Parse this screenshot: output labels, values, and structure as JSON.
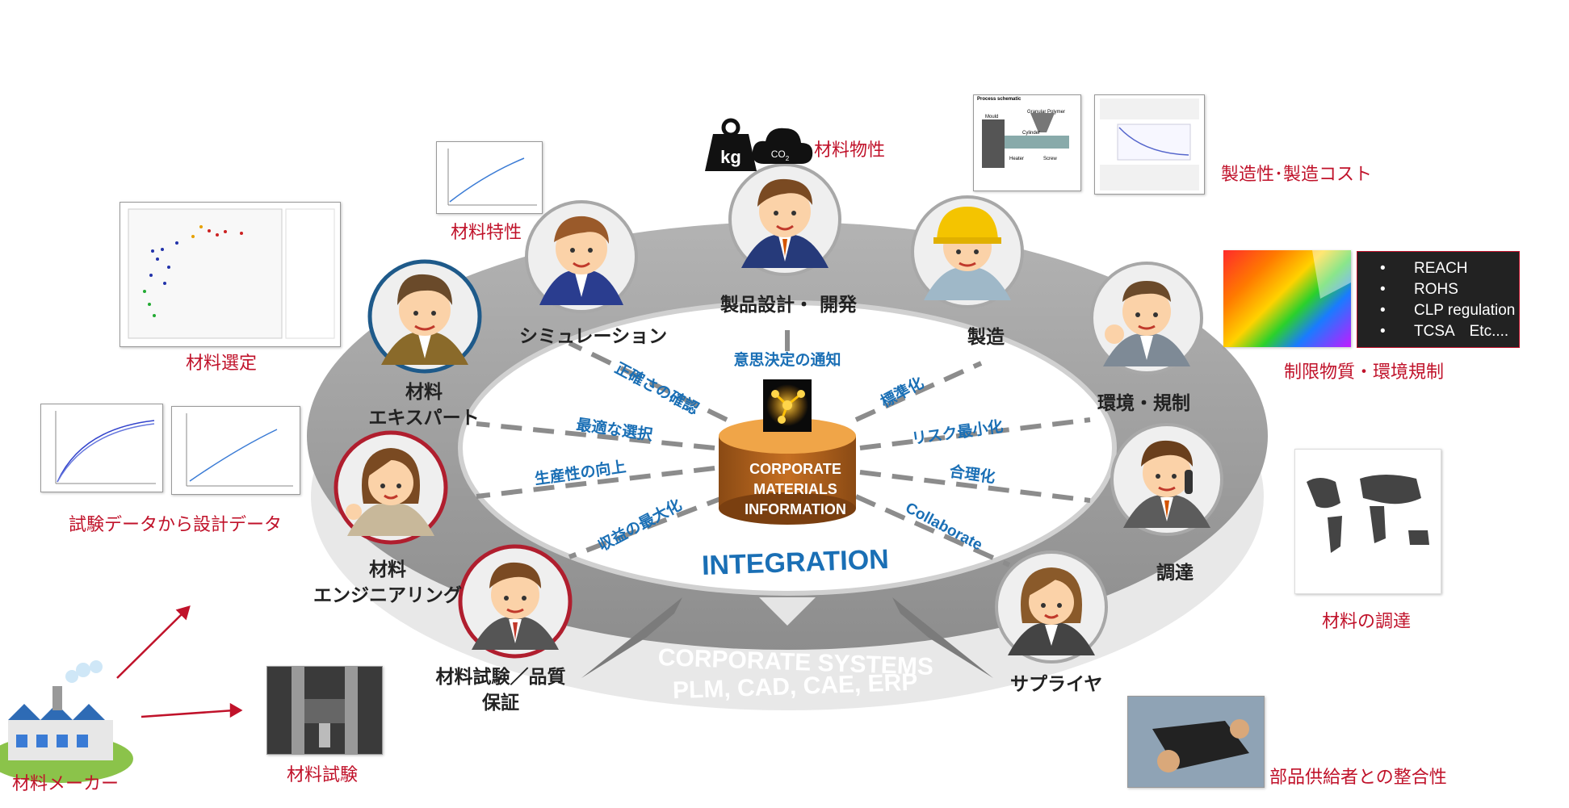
{
  "center": {
    "drum_lines": [
      "CORPORATE",
      "MATERIALS",
      "INFORMATION"
    ],
    "integration": "INTEGRATION",
    "corporate_systems": [
      "CORPORATE SYSTEMS",
      "PLM, CAD, CAE, ERP"
    ]
  },
  "spokes": {
    "decision": "意思決定の通知",
    "accuracy": "正確さの確認",
    "optimal": "最適な選択",
    "productivity": "生産性の向上",
    "profit": "収益の最大化",
    "standardize": "標準化",
    "risk": "リスク最小化",
    "rationalize": "合理化",
    "collaborate": "Collaborate"
  },
  "roles": {
    "simulation": "シミュレーション",
    "product_design": "製品設計・ 開発",
    "manufacturing": "製造",
    "environment": "環境・規制",
    "procurement": "調達",
    "supplier": "サプライヤ",
    "expert": [
      "材料",
      "エキスパート"
    ],
    "engineering": [
      "材料",
      "エンジニアリング"
    ],
    "testing_qa": [
      "材料試験／品質",
      "保証"
    ]
  },
  "outer": {
    "material_props": "材料物性",
    "material_characteristics": "材料特性",
    "material_selection": "材料選定",
    "test_to_design": "試験データから設計データ",
    "manufacturer": "材料メーカー",
    "material_testing": "材料試験",
    "manufacturability": "製造性･製造コスト",
    "restricted": "制限物質・環境規制",
    "sourcing": "材料の調達",
    "supplier_alignment": "部品供給者との整合性"
  },
  "icons": {
    "kg": "kg",
    "co2": "CO",
    "co2_sub": "2"
  },
  "regulations": [
    "REACH",
    "ROHS",
    "CLP regulation",
    "TCSA　Etc...."
  ],
  "thumb_text": {
    "process_title": "Process schematic",
    "mould": "Mould",
    "granular": "Granular Polymer",
    "cylinder": "Cylinder",
    "heater": "Heater",
    "screw": "Screw"
  },
  "colors": {
    "red": "#c0122a",
    "blue": "#1a6fb5",
    "ring": "#9a9a9a",
    "drum": "#d9822b"
  }
}
